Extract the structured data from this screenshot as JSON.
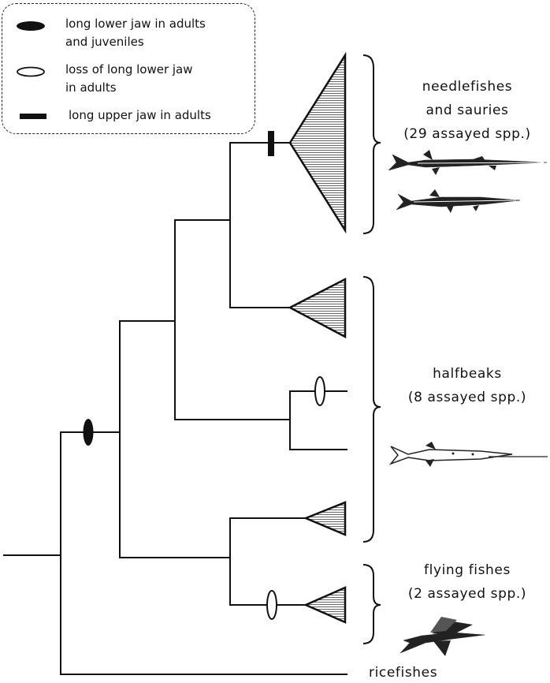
{
  "legend": {
    "items": [
      {
        "symbol": "filled-ellipse-icon",
        "text": "long lower jaw in adults\nand juveniles"
      },
      {
        "symbol": "open-ellipse-icon",
        "text": "loss of long lower jaw\nin adults"
      },
      {
        "symbol": "filled-bar-icon",
        "text": "long upper jaw in adults"
      }
    ]
  },
  "groups": [
    {
      "name": "needlefishes\nand sauries\n(29 assayed spp.)"
    },
    {
      "name": "halfbeaks\n(8 assayed spp.)"
    },
    {
      "name": "flying fishes\n(2 assayed spp.)"
    }
  ],
  "outgroup": {
    "name": "ricefishes"
  },
  "colors": {
    "line": "#111111",
    "hatch": "#444444",
    "background": "#ffffff"
  }
}
